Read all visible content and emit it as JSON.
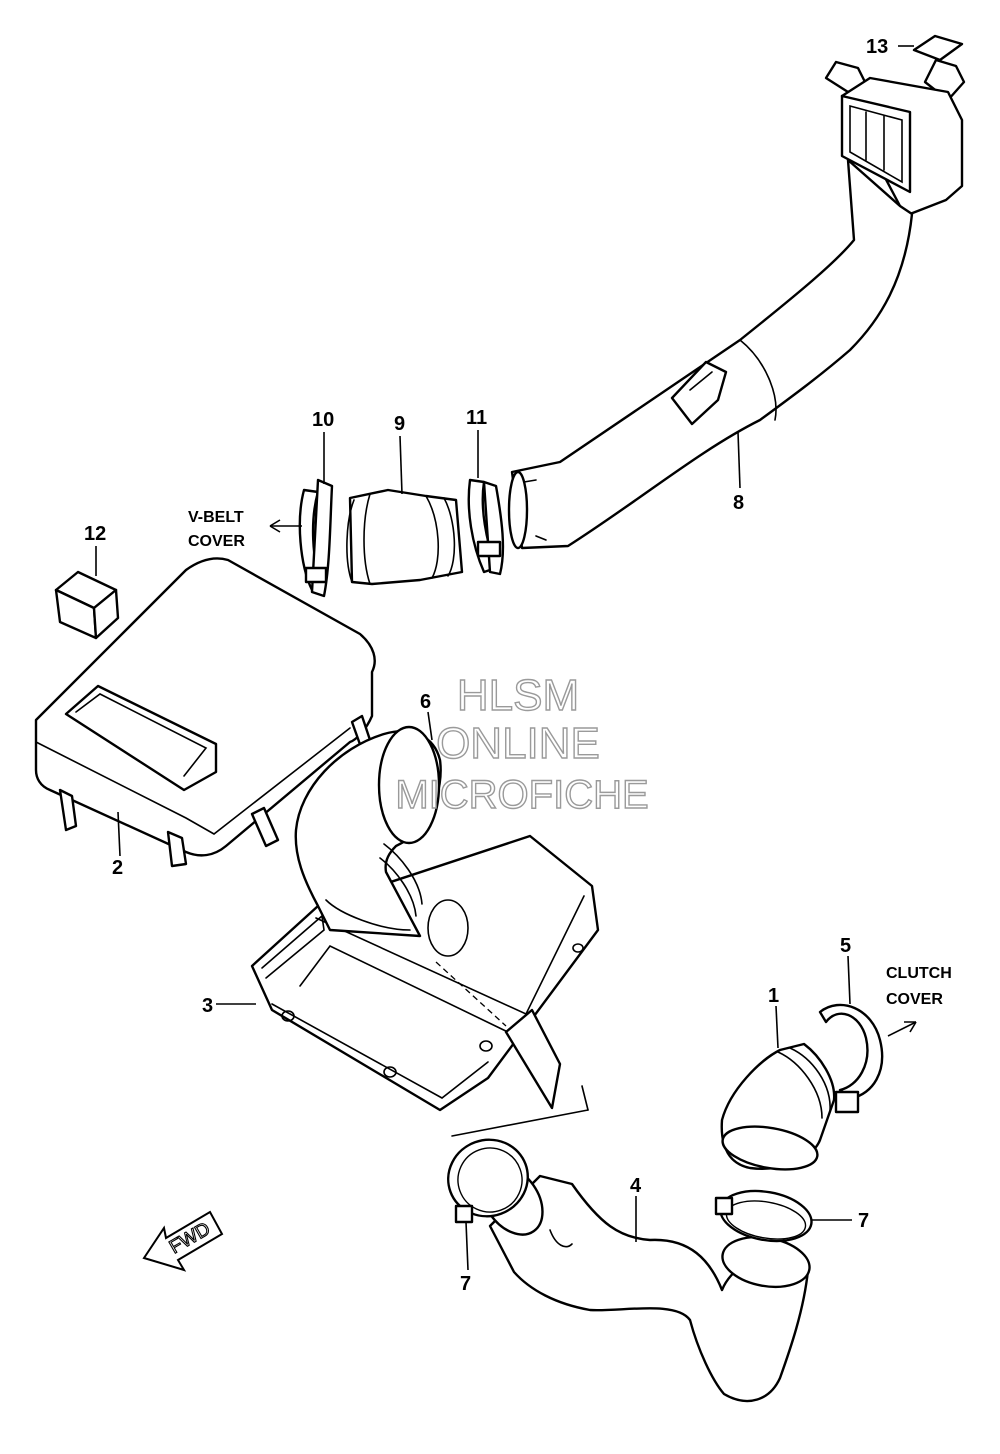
{
  "callouts": {
    "c1": "1",
    "c2": "2",
    "c3": "3",
    "c4": "4",
    "c5": "5",
    "c6": "6",
    "c7a": "7",
    "c7b": "7",
    "c8": "8",
    "c9": "9",
    "c10": "10",
    "c11": "11",
    "c12": "12",
    "c13": "13"
  },
  "notes": {
    "vbelt_line1": "V-BELT",
    "vbelt_line2": "COVER",
    "clutch_line1": "CLUTCH",
    "clutch_line2": "COVER"
  },
  "watermark": {
    "line1": "HLSM",
    "line2": "ONLINE",
    "line3": "MICROFICHE"
  },
  "fwd_label": "FWD"
}
